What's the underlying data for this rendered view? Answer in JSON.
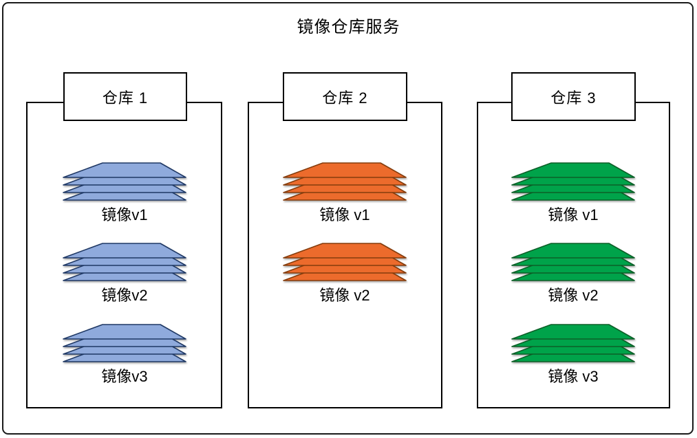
{
  "title": "镜像仓库服务",
  "frame": {
    "border_color": "#1a1a1a",
    "box_border_color": "#000000",
    "background": "#ffffff"
  },
  "warehouses": [
    {
      "label": "仓库 1",
      "colors": {
        "fill": "#8FAADC",
        "stroke": "#1F3864"
      },
      "images": [
        {
          "label": "镜像v1"
        },
        {
          "label": "镜像v2"
        },
        {
          "label": "镜像v3"
        }
      ]
    },
    {
      "label": "仓库 2",
      "colors": {
        "fill": "#EC6B2C",
        "stroke": "#843C0C"
      },
      "images": [
        {
          "label": "镜像 v1"
        },
        {
          "label": "镜像 v2"
        }
      ]
    },
    {
      "label": "仓库 3",
      "colors": {
        "fill": "#00A34A",
        "stroke": "#0C5F27"
      },
      "images": [
        {
          "label": "镜像 v1"
        },
        {
          "label": "镜像 v2"
        },
        {
          "label": "镜像 v3"
        }
      ]
    }
  ]
}
